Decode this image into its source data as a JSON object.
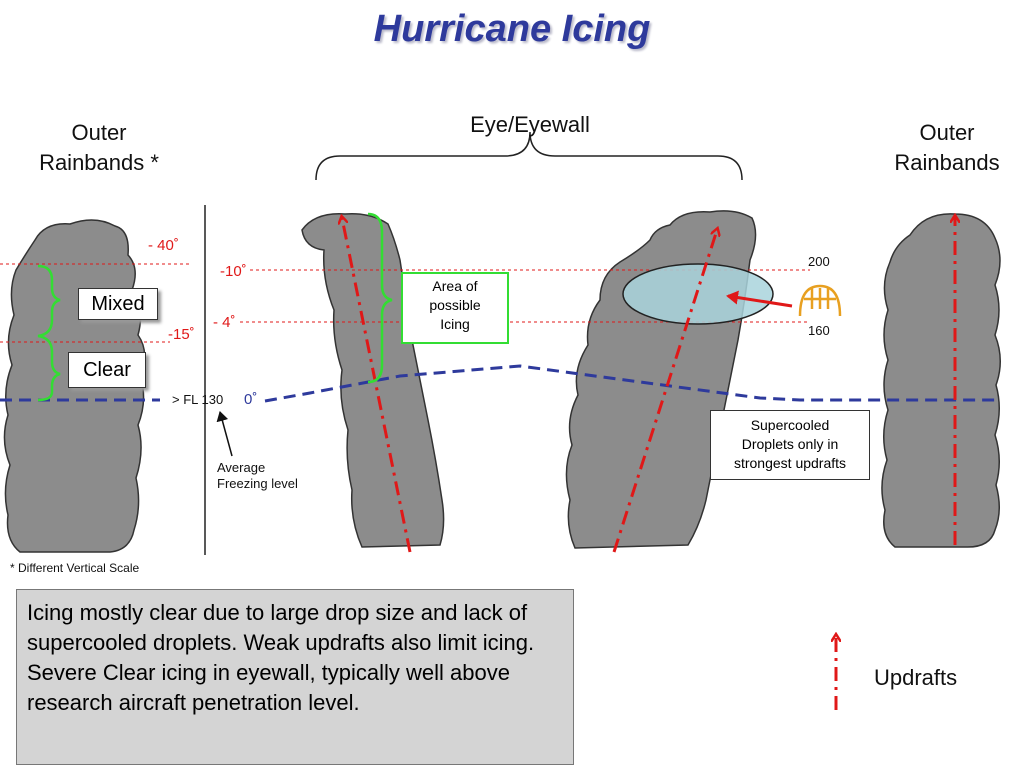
{
  "title": "Hurricane Icing",
  "headers": {
    "outer_left": [
      "Outer",
      "Rainbands *"
    ],
    "eye": "Eye/Eyewall",
    "outer_right": [
      "Outer",
      "Rainbands"
    ]
  },
  "labels": {
    "mixed": "Mixed",
    "clear": "Clear",
    "fl130": "> FL 130",
    "avg_freezing": [
      "Average",
      "Freezing level"
    ],
    "area_icing": [
      "Area of",
      "possible",
      "Icing"
    ],
    "supercooled": [
      "Supercooled",
      "Droplets only in",
      "strongest updrafts"
    ],
    "scale_note": "* Different Vertical Scale",
    "updrafts": "Updrafts"
  },
  "temperatures": {
    "t_minus40": "- 40˚",
    "t_minus15": "-15˚",
    "t_minus10": "-10˚",
    "t_minus4": "- 4˚",
    "t_zero": "0˚"
  },
  "aircraft": {
    "upper": "200",
    "lower": "160"
  },
  "paragraph": "Icing mostly clear due to large drop size and lack of supercooled droplets.  Weak updrafts also limit icing.  Severe Clear icing in eyewall, typically well above research aircraft penetration level.",
  "colors": {
    "title": "#2e3a9c",
    "cloud": "#8c8c8c",
    "updraft": "#e01818",
    "freezing_line": "#2e3a9c",
    "brace": "#33dd33",
    "aircraft": "#e8a020",
    "icing_ellipse": "#a9d4dc"
  }
}
